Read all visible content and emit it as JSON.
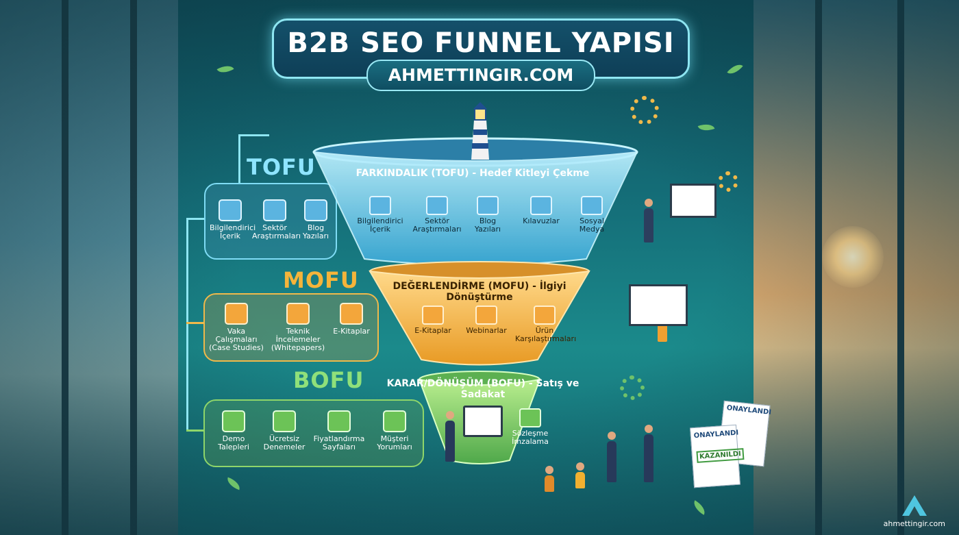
{
  "header": {
    "title": "B2B SEO FUNNEL YAPISI",
    "subtitle": "AHMETTINGIR.COM"
  },
  "stages": {
    "tofu": {
      "label": "TOFU",
      "heading": "FARKINDALIK (TOFU) - Hedef Kitleyi Çekme",
      "side_items": [
        "Bilgilendirici İçerik",
        "Sektör Araştırmaları",
        "Blog Yazıları"
      ],
      "funnel_items": [
        "Bilgilendirici İçerik",
        "Sektör Araştırmaları",
        "Blog Yazıları",
        "Kılavuzlar",
        "Sosyal Medya"
      ]
    },
    "mofu": {
      "label": "MOFU",
      "heading": "DEĞERLENDİRME (MOFU) - İlgiyi Dönüştürme",
      "side_items": [
        "Vaka Çalışmaları (Case Studies)",
        "Teknik İncelemeler (Whitepapers)",
        "E-Kitaplar"
      ],
      "funnel_items": [
        "E-Kitaplar",
        "Webinarlar",
        "Ürün Karşılaştırmaları"
      ]
    },
    "bofu": {
      "label": "BOFU",
      "heading": "KARAR/DÖNÜŞÜM (BOFU) - Satış ve Sadakat",
      "side_items": [
        "Demo Talepleri",
        "Ücretsiz Denemeler",
        "Fiyatlandırma Sayfaları",
        "Müşteri Yorumları"
      ],
      "funnel_items": [
        "Sözleşme İmzalama"
      ]
    }
  },
  "documents": {
    "stamp_top": "ONAYLANDI",
    "stamp_mid": "ONAYLANDI",
    "stamp_won": "KAZANILDI"
  },
  "brand": "ahmettingir.com",
  "colors": {
    "tofu": "#7fdcf5",
    "mofu": "#f0b94a",
    "bofu": "#8fd66a"
  }
}
